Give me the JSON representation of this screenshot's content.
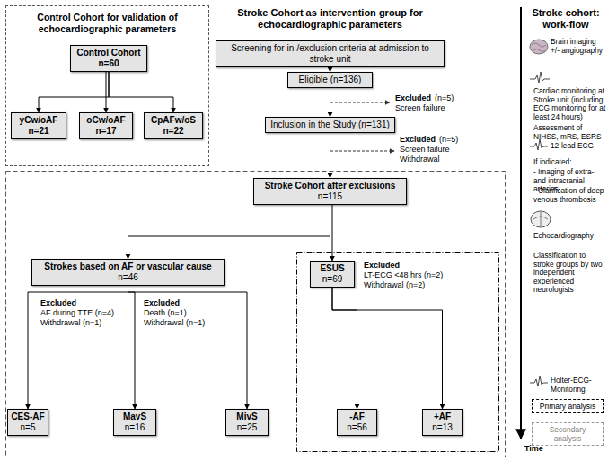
{
  "diagram": {
    "nodes": [
      {
        "text": [
          "Control Cohort for validation of echocardiographic parameters"
        ]
      },
      {
        "text": [
          "Control Cohort",
          "n=60"
        ],
        "in": 0
      },
      {
        "text": [
          "yCw/oAF",
          "n=21"
        ],
        "in": 0
      },
      {
        "text": [
          "oCw/oAF",
          "n=17"
        ],
        "in": 0
      },
      {
        "text": [
          "CpAFw/oS",
          "n=22"
        ],
        "in": 0
      },
      {
        "text": [
          "Screening for in-/exclusion criteria at admission to stroke unit"
        ]
      },
      {
        "text": [
          "Eligible (n=136)"
        ]
      },
      {
        "text": [
          "Inclusion in the Study (n=131)"
        ]
      },
      {
        "text": [
          "Stroke Cohort after exclusions",
          "n=115"
        ]
      },
      {
        "text": [
          "Strokes based on AF or vascular cause",
          "n=46"
        ]
      },
      {
        "text": [
          "ESUS",
          "n=69"
        ]
      },
      {
        "text": [
          "CES-AF",
          "n=5"
        ]
      },
      {
        "text": [
          "MavS",
          "n=16"
        ]
      },
      {
        "text": [
          "MivS",
          "n=25"
        ]
      },
      {
        "text": [
          "-AF",
          "n=56"
        ]
      },
      {
        "text": [
          "+AF",
          "n=13"
        ]
      },
      {
        "text": [
          "Primary analysis"
        ]
      },
      {
        "text": [
          "Secondary analysis"
        ]
      }
    ],
    "edges": [
      {
        "from": 1,
        "to": 2,
        "arrow": "to"
      },
      {
        "from": 1,
        "to": 3,
        "arrow": "to"
      },
      {
        "from": 1,
        "to": 4,
        "arrow": "to"
      },
      {
        "from": 5,
        "to": 6,
        "arrow": "to"
      },
      {
        "from": 6,
        "to": 7,
        "arrow": "to"
      },
      {
        "from": 7,
        "to": 8,
        "arrow": "to"
      },
      {
        "from": 8,
        "to": 9,
        "arrow": "to"
      },
      {
        "from": 8,
        "to": 10,
        "arrow": "to"
      },
      {
        "from": 9,
        "to": 11,
        "arrow": "to"
      },
      {
        "from": 9,
        "to": 12,
        "arrow": "to"
      },
      {
        "from": 9,
        "to": 13,
        "arrow": "to"
      },
      {
        "from": 10,
        "to": 14,
        "arrow": "to"
      },
      {
        "from": 10,
        "to": 15,
        "arrow": "to"
      }
    ],
    "labels": [
      "Stroke Cohort as intervention group for echocardiographic parameters",
      "Excluded",
      "(n=5)",
      "Screen failure",
      "Excluded",
      "(n=5)",
      "Screen failure",
      "Withdrawal",
      "Excluded",
      "AF during TTE (n=4)",
      "Withdrawal (n=1)",
      "Excluded",
      "Death (n=1)",
      "Withdrawal (n=1)",
      "Excluded",
      "LT-ECG <48 hrs (n=2)",
      "Withdrawal (n=2)",
      "Stroke cohort: work-flow",
      "Brain imaging +/- angiography",
      "Cardiac monitoring at Stroke unit (including ECG monitoring for at least 24 hours)",
      "Assessment of NIHSS, mRS, ESRS",
      "12-lead ECG",
      "If indicated:",
      "- Imaging of extra- and intracranial arteries",
      "- Clarification of deep venous thrombosis",
      "Echocardiography",
      "Classification to stroke groups by two independent experienced neurologists",
      "Holter-ECG-Monitoring",
      "Time"
    ]
  }
}
